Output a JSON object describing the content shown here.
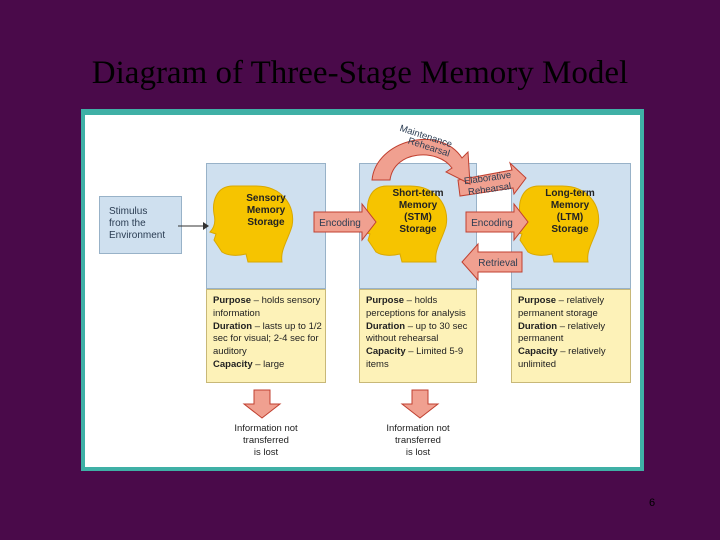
{
  "title": "Diagram of Three-Stage Memory Model",
  "page_number": "6",
  "stimulus_label": "Stimulus\nfrom the\nEnvironment",
  "stages": [
    {
      "name": "Sensory\nMemory\nStorage",
      "purpose": "holds sensory information",
      "duration": "lasts up to 1/2 sec for visual; 2-4 sec for auditory",
      "capacity": "large"
    },
    {
      "name": "Short-term\nMemory\n(STM)\nStorage",
      "purpose": "holds perceptions for analysis",
      "duration": "up to 30 sec without rehearsal",
      "capacity": "Limited 5-9 items"
    },
    {
      "name": "Long-term\nMemory\n(LTM)\nStorage",
      "purpose": "relatively permanent storage",
      "duration": "relatively permanent",
      "capacity": "relatively unlimited"
    }
  ],
  "arrows": {
    "encoding_1": "Encoding",
    "encoding_2": "Encoding",
    "elaborative_rehearsal": "Elaborative\nRehearsal",
    "maintenance_rehearsal": "Maintenance\nRehearsal",
    "retrieval": "Retrieval"
  },
  "labels": {
    "purpose": "Purpose",
    "duration": "Duration",
    "capacity": "Capacity",
    "lost": "Information not\ntransferred\nis lost"
  },
  "colors": {
    "background": "#4a0a4a",
    "frame": "#3fb0a6",
    "stage_top": "#cfe0ef",
    "stage_bottom": "#fdf2b8",
    "arrow_fill": "#f0a090",
    "arrow_stroke": "#c04030",
    "head": "#f6c400"
  }
}
